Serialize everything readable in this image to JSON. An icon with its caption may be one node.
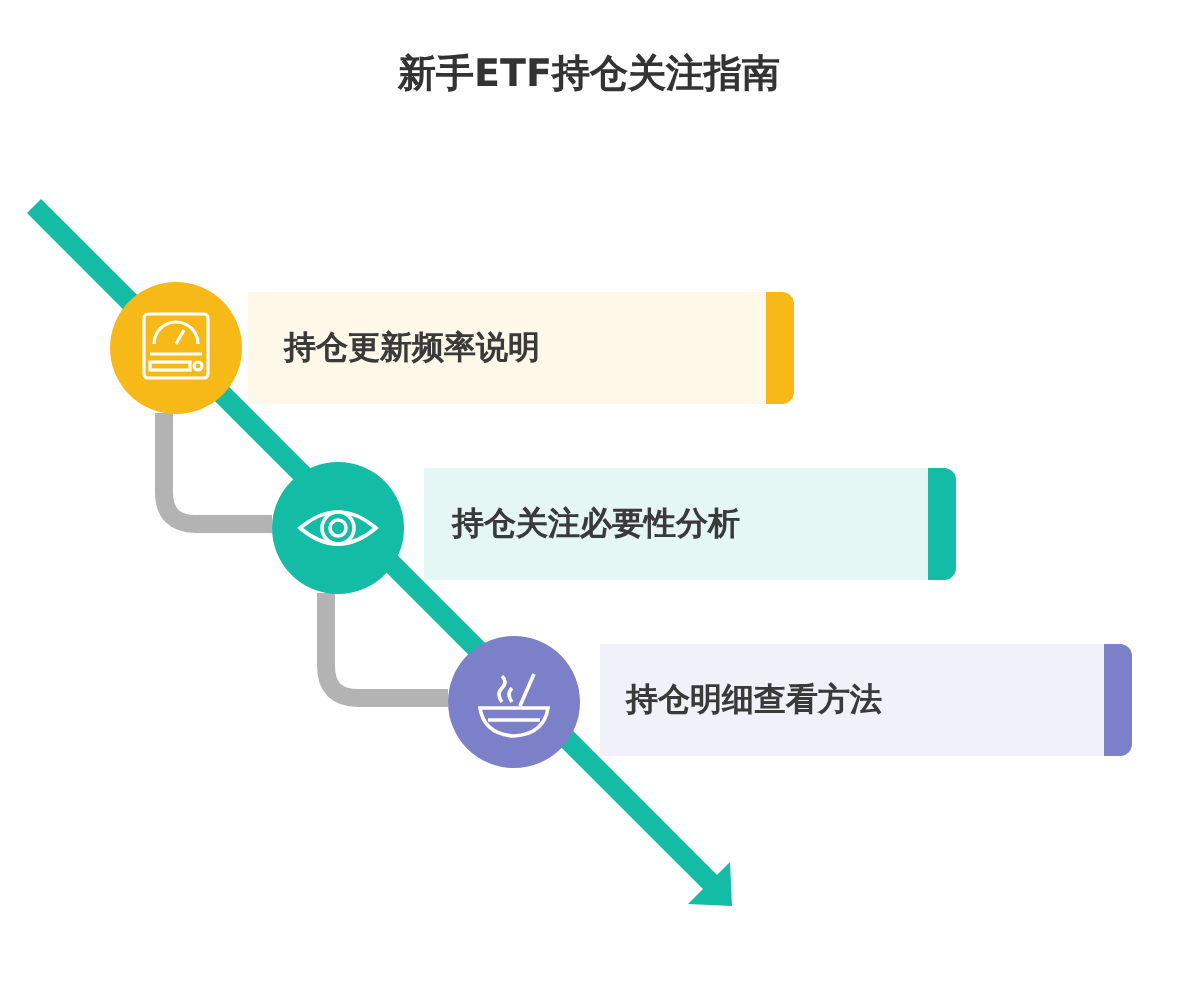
{
  "diagram": {
    "title": "新手ETF持仓关注指南",
    "nodes": [
      {
        "text": [],
        "shape": "circle"
      },
      {
        "text": [
          "持仓更新频率说明"
        ]
      },
      {
        "text": [],
        "shape": "circle"
      },
      {
        "text": [
          "持仓关注必要性分析"
        ]
      },
      {
        "text": [],
        "shape": "circle"
      },
      {
        "text": [
          "持仓明细查看方法"
        ]
      }
    ],
    "edges": [
      {
        "from": 0,
        "to": 2,
        "arrow": "none"
      },
      {
        "from": 2,
        "to": 4,
        "arrow": "none"
      }
    ]
  }
}
